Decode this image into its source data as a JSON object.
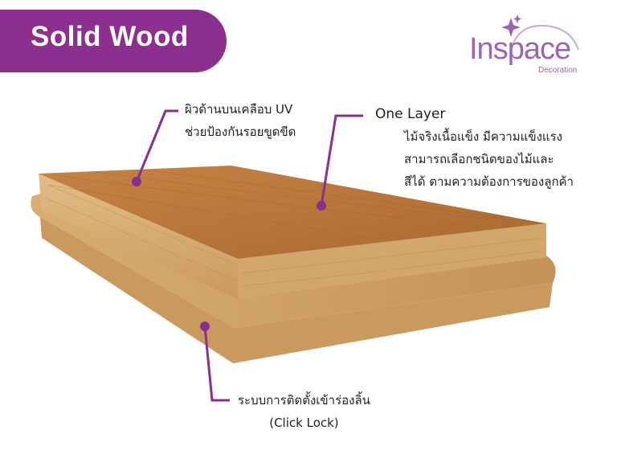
{
  "header": {
    "title": "Solid Wood"
  },
  "logo": {
    "name": "Inspace",
    "sub": "Decoration",
    "color": "#9a64b7"
  },
  "colors": {
    "accent": "#8c2f8f",
    "pointer": "#8a2f8f",
    "wood_top": "#b8763a",
    "wood_side": "#dcb279"
  },
  "annotations": {
    "surface": {
      "line1": "ผิวด้านบนเคลือบ UV",
      "line2": "ช่วยป้องกันรอยขูดขีด"
    },
    "layer": {
      "title": "One Layer",
      "line1": "ไม้จริงเนื้อแข็ง มีความแข็งแรง",
      "line2": "สามารถเลือกชนิดของไม้และ",
      "line3": "สีได้ ตามความต้องการของลูกค้า"
    },
    "lock": {
      "line1": "ระบบการติดตั้งเข้าร่องลิ้น",
      "line2": "(Click Lock)"
    }
  }
}
